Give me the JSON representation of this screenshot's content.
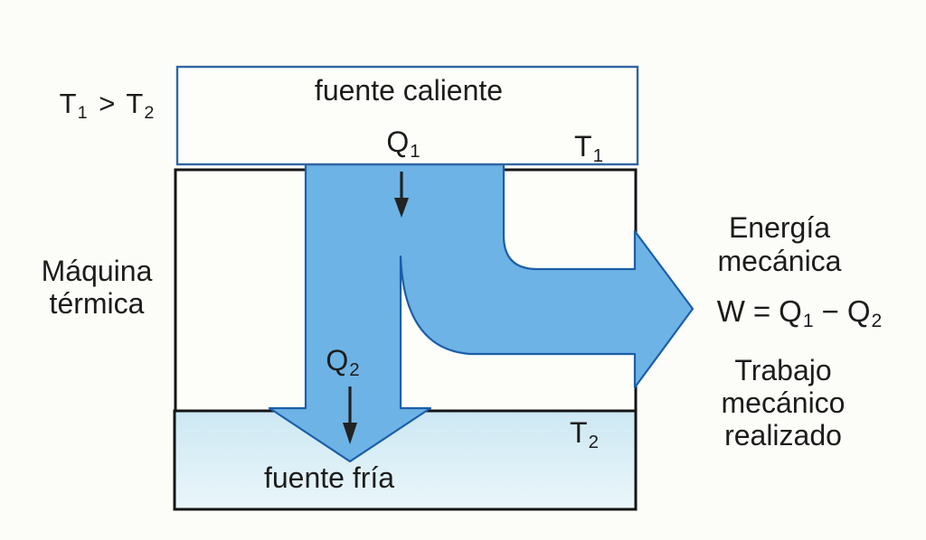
{
  "relation": {
    "t1_base": "T",
    "t1_sub": "1",
    "op": ">",
    "t2_base": "T",
    "t2_sub": "2"
  },
  "hot_source": {
    "label": "fuente caliente"
  },
  "cold_source": {
    "label": "fuente fría"
  },
  "machine": {
    "line1": "Máquina",
    "line2": "térmica"
  },
  "heat_in": {
    "base": "Q",
    "sub": "1"
  },
  "temp_hot": {
    "base": "T",
    "sub": "1"
  },
  "heat_out": {
    "base": "Q",
    "sub": "2"
  },
  "temp_cold": {
    "base": "T",
    "sub": "2"
  },
  "output": {
    "energy_line1": "Energía",
    "energy_line2": "mecánica",
    "formula": {
      "lhs": "W",
      "eq": "=",
      "q1_base": "Q",
      "q1_sub": "1",
      "minus": "−",
      "q2_base": "Q",
      "q2_sub": "2"
    },
    "work_line1": "Trabajo",
    "work_line2": "mecánico",
    "work_line3": "realizado"
  },
  "icons": {
    "heat_flow": "split-flow-arrow-down-and-right",
    "q1_arrow": "down-arrow",
    "q2_arrow": "down-arrow"
  },
  "colors": {
    "flow_fill": "#6db3e5",
    "flow_outline": "#1b5ea8",
    "hot_box_border": "#2f66a3",
    "cold_box_fill_top": "#cde8f3",
    "cold_box_fill_bottom": "#eaf6fa",
    "box_border": "#151515",
    "text": "#1c1c1c",
    "background": "#fcfcf8"
  }
}
